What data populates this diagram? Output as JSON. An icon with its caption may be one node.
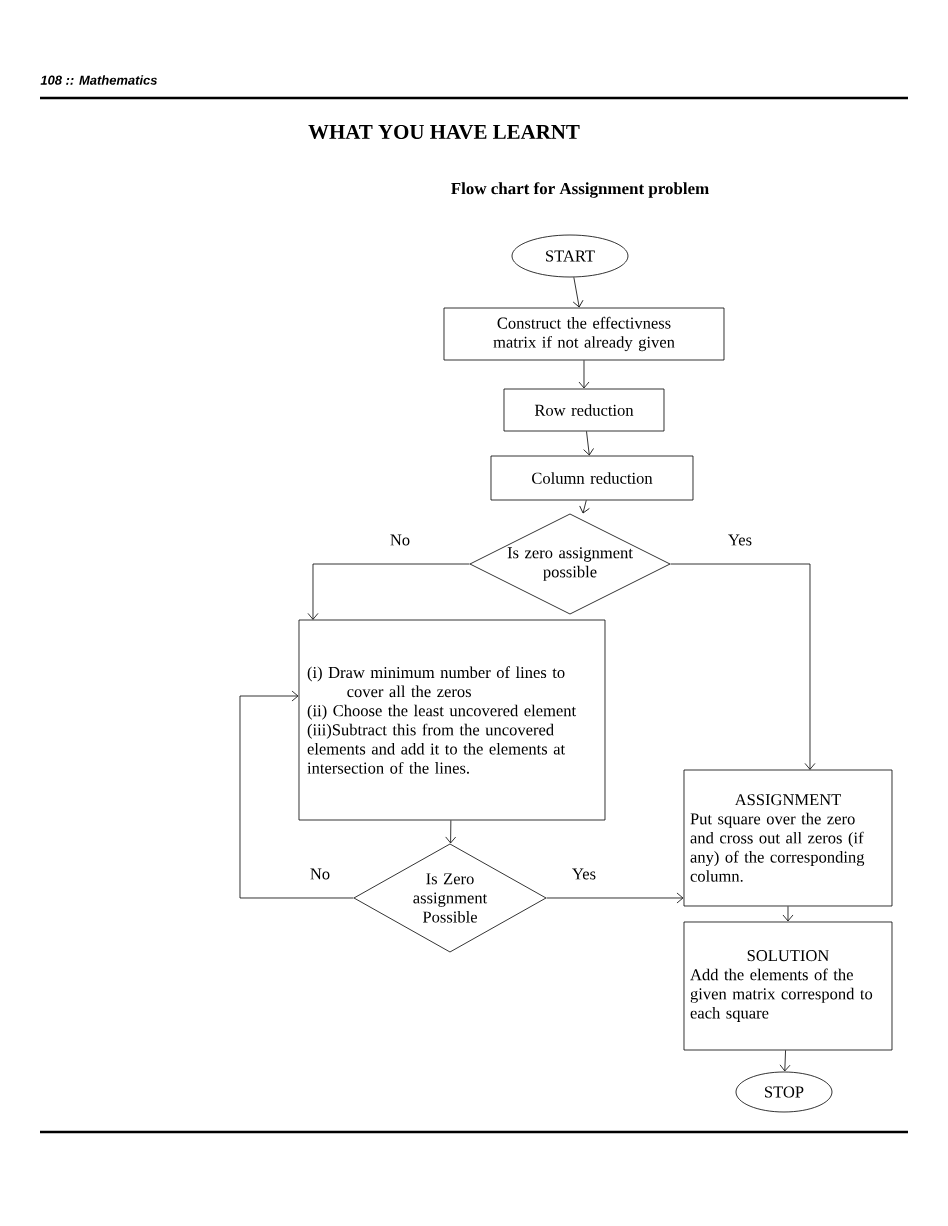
{
  "diagram": {
    "title": "WHAT YOU HAVE LEARNT",
    "caption": "Flow chart for Assignment problem",
    "nodes": [
      {
        "text": [
          "START"
        ]
      },
      {
        "text": [
          "Construct the effectivness matrix if not already given"
        ]
      },
      {
        "text": [
          "Row reduction"
        ]
      },
      {
        "text": [
          "Column reduction"
        ]
      },
      {
        "text": [
          "Is zero assignment possible"
        ]
      },
      {
        "text": [
          "(i) Draw minimum number of lines to cover all the zeros",
          "(ii) Choose the least uncovered element",
          "(iii)Subtract this from the uncovered elements and add it to the elements at intersection of the lines."
        ]
      },
      {
        "text": [
          "Is Zero assignment Possible"
        ]
      },
      {
        "text": [
          "ASSIGNMENT",
          "Put square over the zero and cross out all zeros (if any) of the corresponding column."
        ]
      },
      {
        "text": [
          "SOLUTION",
          "Add the elements of the given matrix correspond to each square"
        ]
      },
      {
        "text": [
          "STOP"
        ]
      }
    ],
    "edges": [
      {
        "from": 0,
        "to": 1,
        "arrow": "to"
      },
      {
        "from": 1,
        "to": 2,
        "arrow": "to"
      },
      {
        "from": 2,
        "to": 3,
        "arrow": "to"
      },
      {
        "from": 3,
        "to": 4,
        "arrow": "to"
      },
      {
        "from": 4,
        "to": 5,
        "arrow": "to",
        "label": "No"
      },
      {
        "from": 4,
        "to": 7,
        "arrow": "to",
        "label": "Yes"
      },
      {
        "from": 5,
        "to": 6,
        "arrow": "to"
      },
      {
        "from": 6,
        "to": 5,
        "arrow": "to",
        "label": "No"
      },
      {
        "from": 6,
        "to": 7,
        "arrow": "to",
        "label": "Yes"
      },
      {
        "from": 7,
        "to": 8,
        "arrow": "to"
      },
      {
        "from": 8,
        "to": 9,
        "arrow": "to"
      }
    ],
    "labels": [
      "108 :: Mathematics"
    ]
  }
}
